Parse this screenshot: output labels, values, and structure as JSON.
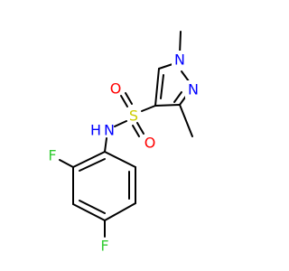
{
  "molecule": {
    "atoms": {
      "N1": {
        "symbol": "N",
        "color": "#0000ff"
      },
      "N2": {
        "symbol": "N",
        "color": "#0000ff"
      },
      "S": {
        "symbol": "S",
        "color": "#cccc00"
      },
      "O1": {
        "symbol": "O",
        "color": "#ff0000"
      },
      "O2": {
        "symbol": "O",
        "color": "#ff0000"
      },
      "NH": {
        "symbol": "N",
        "color": "#0000ff"
      },
      "H": {
        "symbol": "H",
        "color": "#0000ff"
      },
      "F1": {
        "symbol": "F",
        "color": "#33cc33"
      },
      "F2": {
        "symbol": "F",
        "color": "#33cc33"
      }
    },
    "bond_color": "#000000"
  }
}
